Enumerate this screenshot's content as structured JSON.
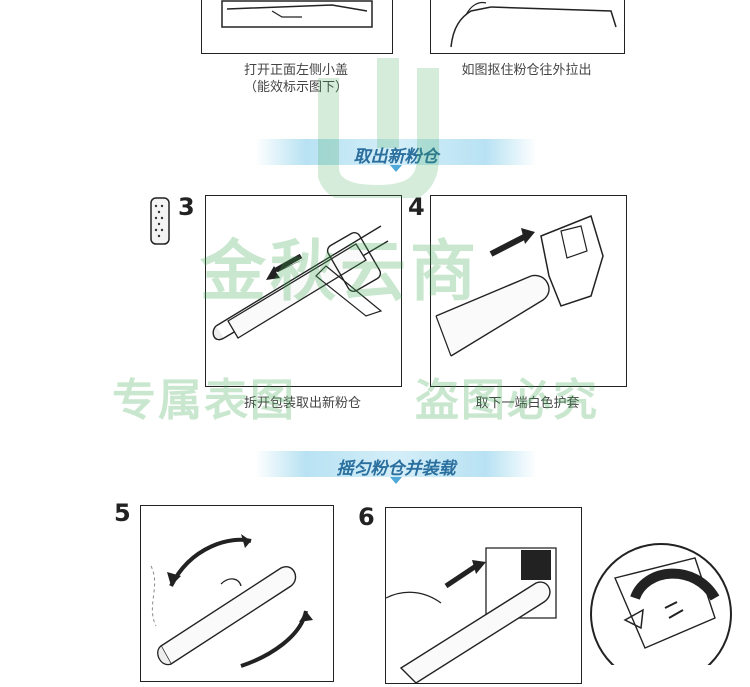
{
  "top_captions": {
    "left_line1": "打开正面左侧小盖",
    "left_line2": "（能效标示图下）",
    "right": "如图抠住粉仓往外拉出"
  },
  "sections": {
    "take_new": "取出新粉仓",
    "shake_install": "摇匀粉仓并装载"
  },
  "steps": {
    "s3": "3",
    "s4": "4",
    "s5": "5",
    "s6": "6",
    "s3_caption": "拆开包装取出新粉仓",
    "s4_caption": "取下一端白色护套"
  },
  "watermark": {
    "logo_text": "金秋云商",
    "line_left": "专属表图",
    "line_right": "盗图必究"
  },
  "colors": {
    "banner_text": "#2a6f9e",
    "watermark": "#3caa50"
  }
}
